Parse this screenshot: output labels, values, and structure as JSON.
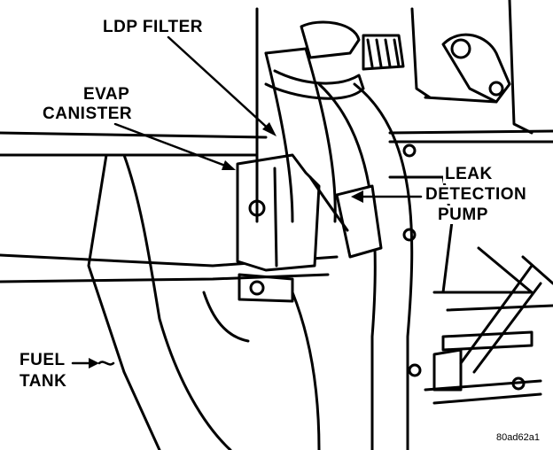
{
  "labels": {
    "ldp_filter": "LDP FILTER",
    "evap_canister_1": "EVAP",
    "evap_canister_2": "CANISTER",
    "leak_detection_pump_1": "LEAK",
    "leak_detection_pump_2": "DETECTION",
    "leak_detection_pump_3": "PUMP",
    "fuel_tank_1": "FUEL",
    "fuel_tank_2": "TANK"
  },
  "figure_id": "80ad62a1",
  "colors": {
    "ink": "#000000",
    "paper": "#ffffff"
  }
}
